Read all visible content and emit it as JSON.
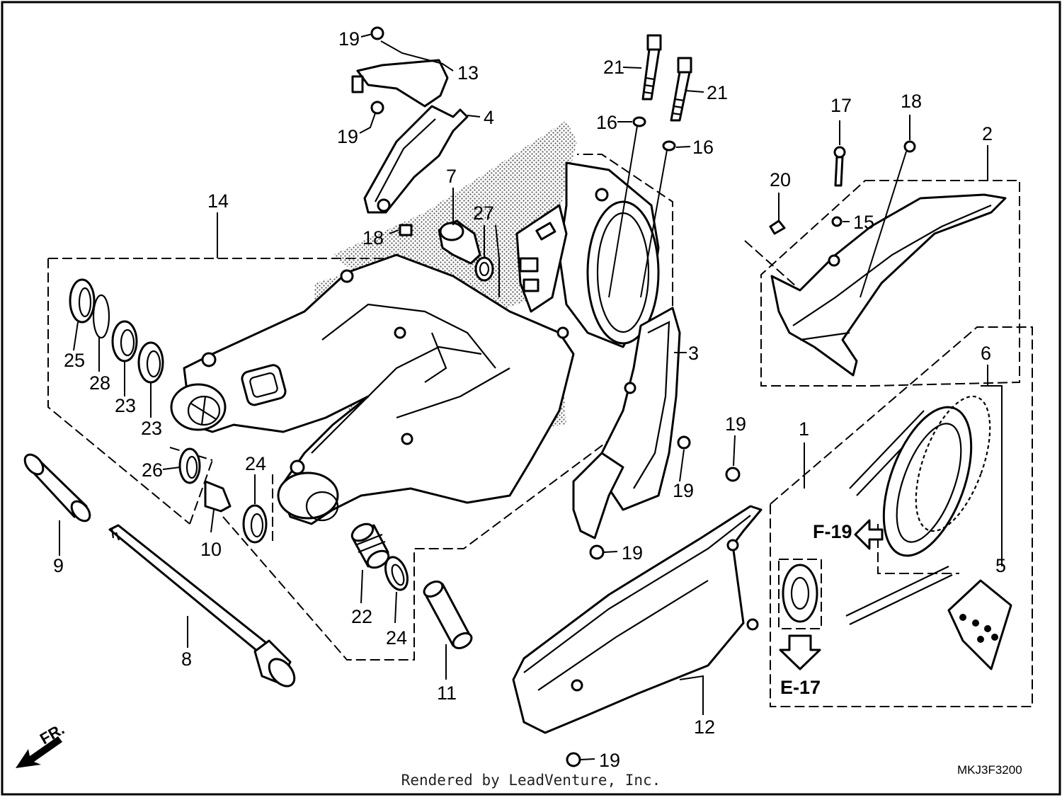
{
  "diagram": {
    "code": "MKJ3F3200",
    "front_marker": "FR.",
    "references": {
      "f19": "F-19",
      "e17": "E-17"
    },
    "footer": "Rendered by LeadVenture, Inc."
  },
  "callouts": [
    {
      "id": "c19a",
      "label": "19"
    },
    {
      "id": "c13",
      "label": "13"
    },
    {
      "id": "c4",
      "label": "4"
    },
    {
      "id": "c19b",
      "label": "19"
    },
    {
      "id": "c21a",
      "label": "21"
    },
    {
      "id": "c21b",
      "label": "21"
    },
    {
      "id": "c16a",
      "label": "16"
    },
    {
      "id": "c16b",
      "label": "16"
    },
    {
      "id": "c17",
      "label": "17"
    },
    {
      "id": "c18a",
      "label": "18"
    },
    {
      "id": "c2",
      "label": "2"
    },
    {
      "id": "c20",
      "label": "20"
    },
    {
      "id": "c15",
      "label": "15"
    },
    {
      "id": "c14",
      "label": "14"
    },
    {
      "id": "c7",
      "label": "7"
    },
    {
      "id": "c27",
      "label": "27"
    },
    {
      "id": "c18b",
      "label": "18"
    },
    {
      "id": "c3",
      "label": "3"
    },
    {
      "id": "c6",
      "label": "6"
    },
    {
      "id": "c25",
      "label": "25"
    },
    {
      "id": "c28",
      "label": "28"
    },
    {
      "id": "c23a",
      "label": "23"
    },
    {
      "id": "c23b",
      "label": "23"
    },
    {
      "id": "c19c",
      "label": "19"
    },
    {
      "id": "c19d",
      "label": "19"
    },
    {
      "id": "c1",
      "label": "1"
    },
    {
      "id": "c26",
      "label": "26"
    },
    {
      "id": "c24a",
      "label": "24"
    },
    {
      "id": "c10",
      "label": "10"
    },
    {
      "id": "c9",
      "label": "9"
    },
    {
      "id": "c19e",
      "label": "19"
    },
    {
      "id": "c5",
      "label": "5"
    },
    {
      "id": "c22",
      "label": "22"
    },
    {
      "id": "c24b",
      "label": "24"
    },
    {
      "id": "c8",
      "label": "8"
    },
    {
      "id": "c11",
      "label": "11"
    },
    {
      "id": "c12",
      "label": "12"
    },
    {
      "id": "c19f",
      "label": "19"
    }
  ]
}
